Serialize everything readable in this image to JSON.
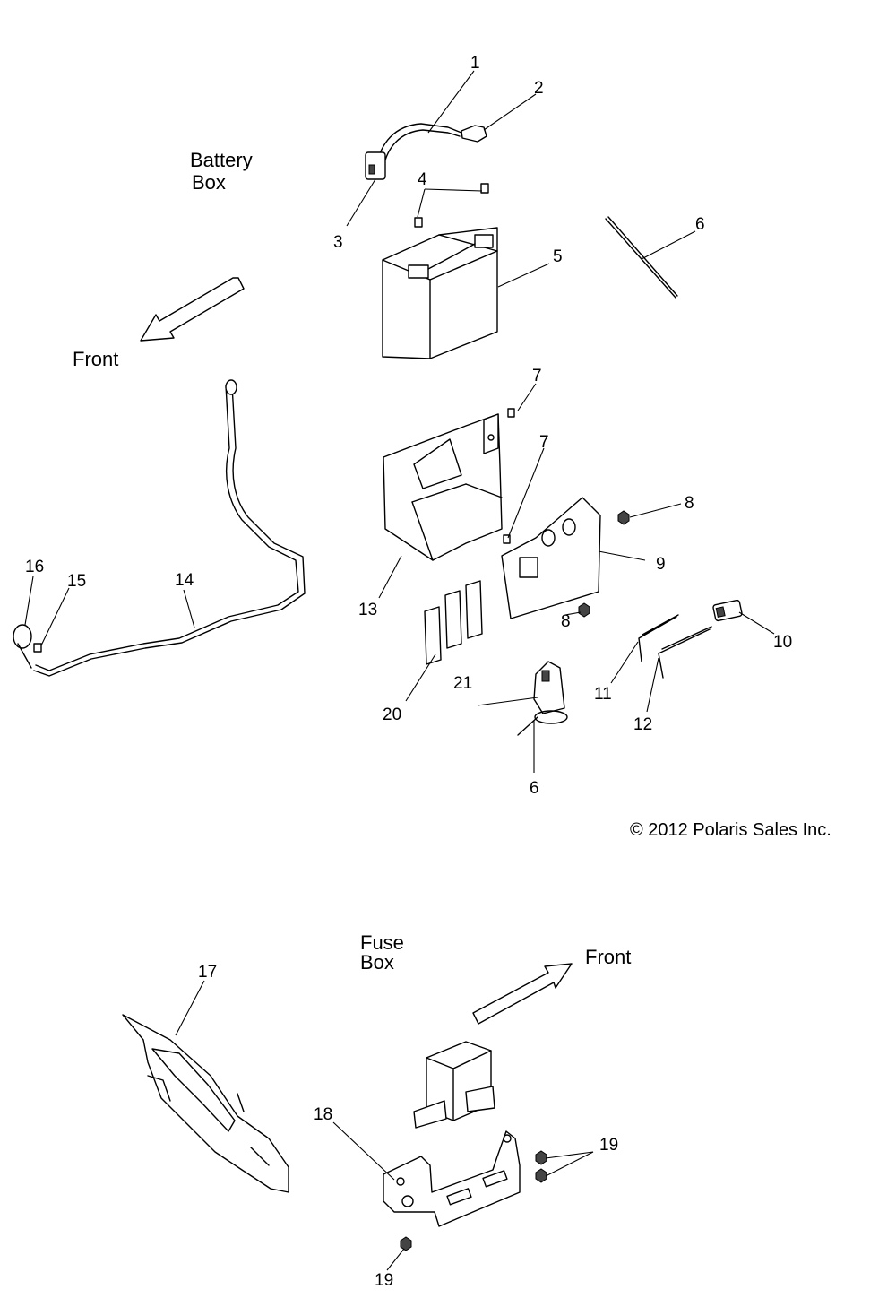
{
  "battery_section": {
    "title_line1": "Battery",
    "title_line2": "Box",
    "front_label": "Front"
  },
  "fuse_section": {
    "title_line1": "Fuse",
    "title_line2": "Box",
    "front_label": "Front"
  },
  "copyright": "© 2012 Polaris Sales Inc.",
  "callouts": {
    "c1": "1",
    "c2": "2",
    "c3": "3",
    "c4": "4",
    "c5": "5",
    "c6a": "6",
    "c6b": "6",
    "c7a": "7",
    "c7b": "7",
    "c8a": "8",
    "c8b": "8",
    "c9": "9",
    "c10": "10",
    "c11": "11",
    "c12": "12",
    "c13": "13",
    "c14": "14",
    "c15": "15",
    "c16": "16",
    "c17": "17",
    "c18": "18",
    "c19a": "19",
    "c19b": "19",
    "c20": "20",
    "c21": "21"
  }
}
